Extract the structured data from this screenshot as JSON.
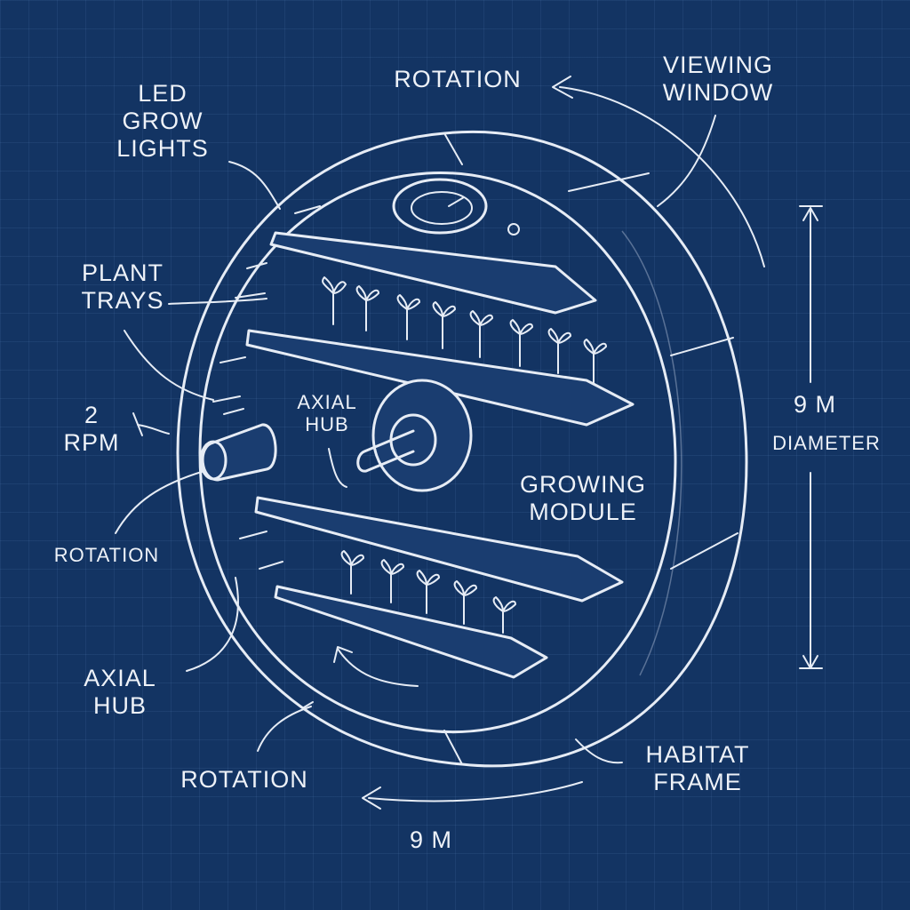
{
  "labels": {
    "led_grow_lights": "LED\nGROW\nLIGHTS",
    "rotation_top": "ROTATION",
    "viewing_window": "VIEWING\nWINDOW",
    "plant_trays": "PLANT\nTRAYS",
    "rpm": "2\nRPM",
    "axial_hub_center": "AXIAL\nHUB",
    "diameter_value": "9 M",
    "diameter_label": "DIAMETER",
    "growing_module": "GROWING\nMODULE",
    "rotation_left": "ROTATION",
    "axial_hub_left": "AXIAL\nHUB",
    "rotation_bottom": "ROTATION",
    "habitat_frame": "HABITAT\nFRAME",
    "length_value": "9 M"
  },
  "colors": {
    "background": "#133463",
    "line": "#e6ecf5"
  }
}
